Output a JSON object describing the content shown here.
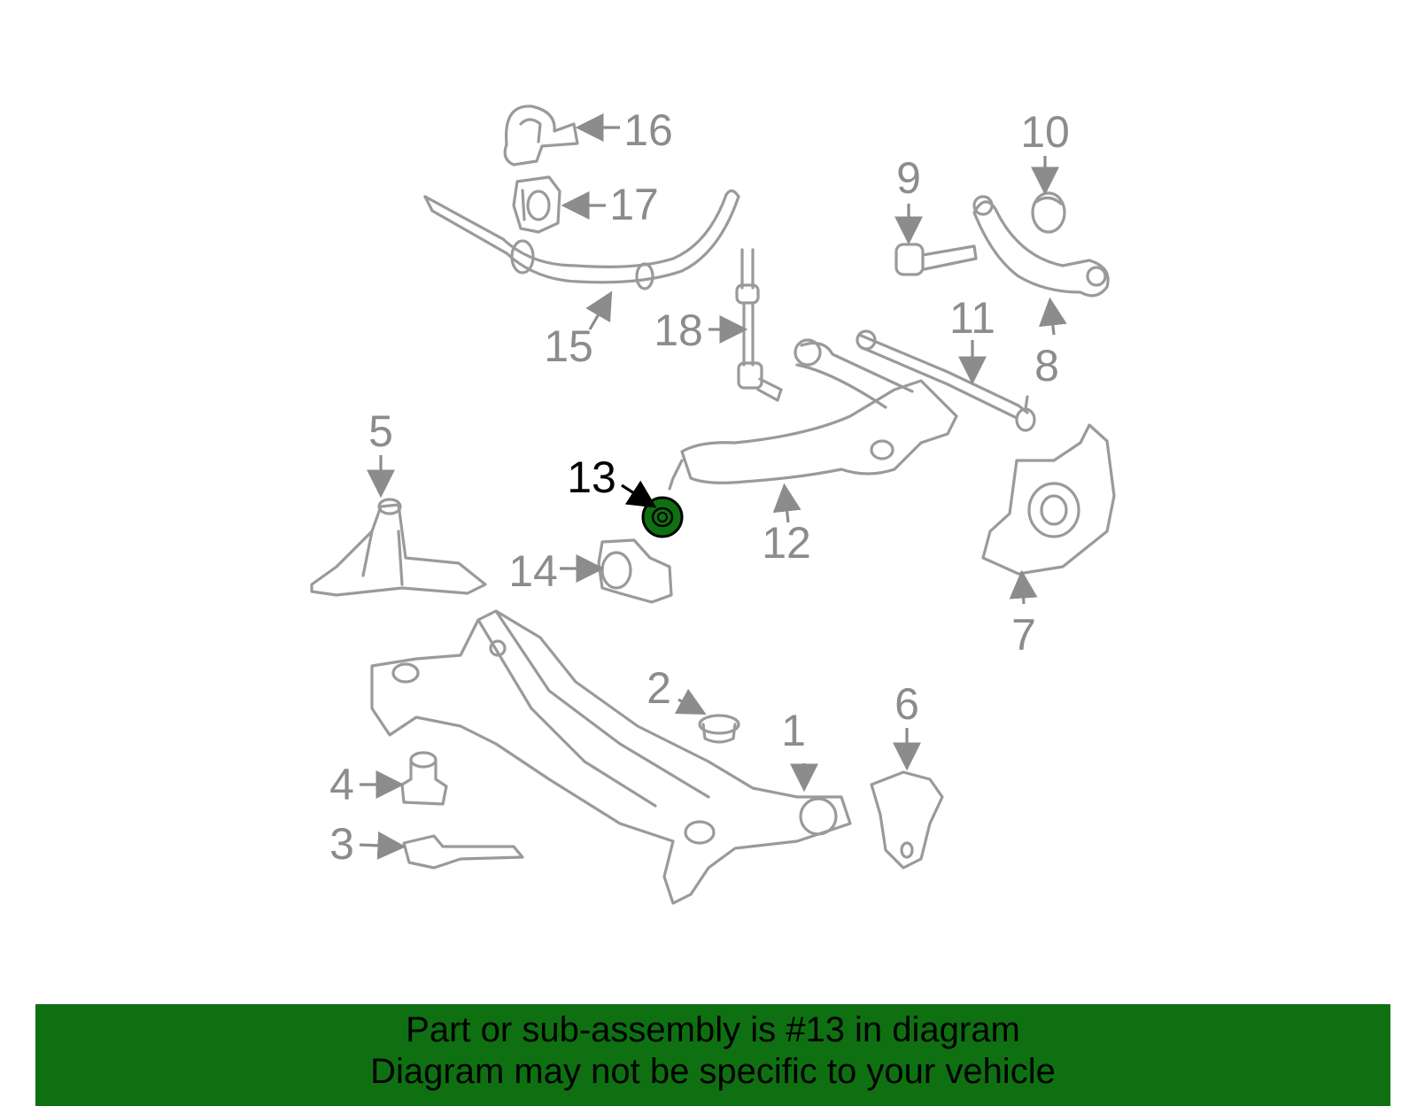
{
  "diagram": {
    "callouts": [
      "1",
      "2",
      "3",
      "4",
      "5",
      "6",
      "7",
      "8",
      "9",
      "10",
      "11",
      "12",
      "13",
      "14",
      "15",
      "16",
      "17",
      "18"
    ],
    "highlighted_callout": "13",
    "highlight_color": "#0f7012",
    "part_line_color": "#9a9a9a",
    "label_color": "#8c8c8c"
  },
  "banner": {
    "line1": "Part or sub-assembly is #13 in diagram",
    "line2": "Diagram may not be specific to your vehicle",
    "background": "#0f7012"
  }
}
